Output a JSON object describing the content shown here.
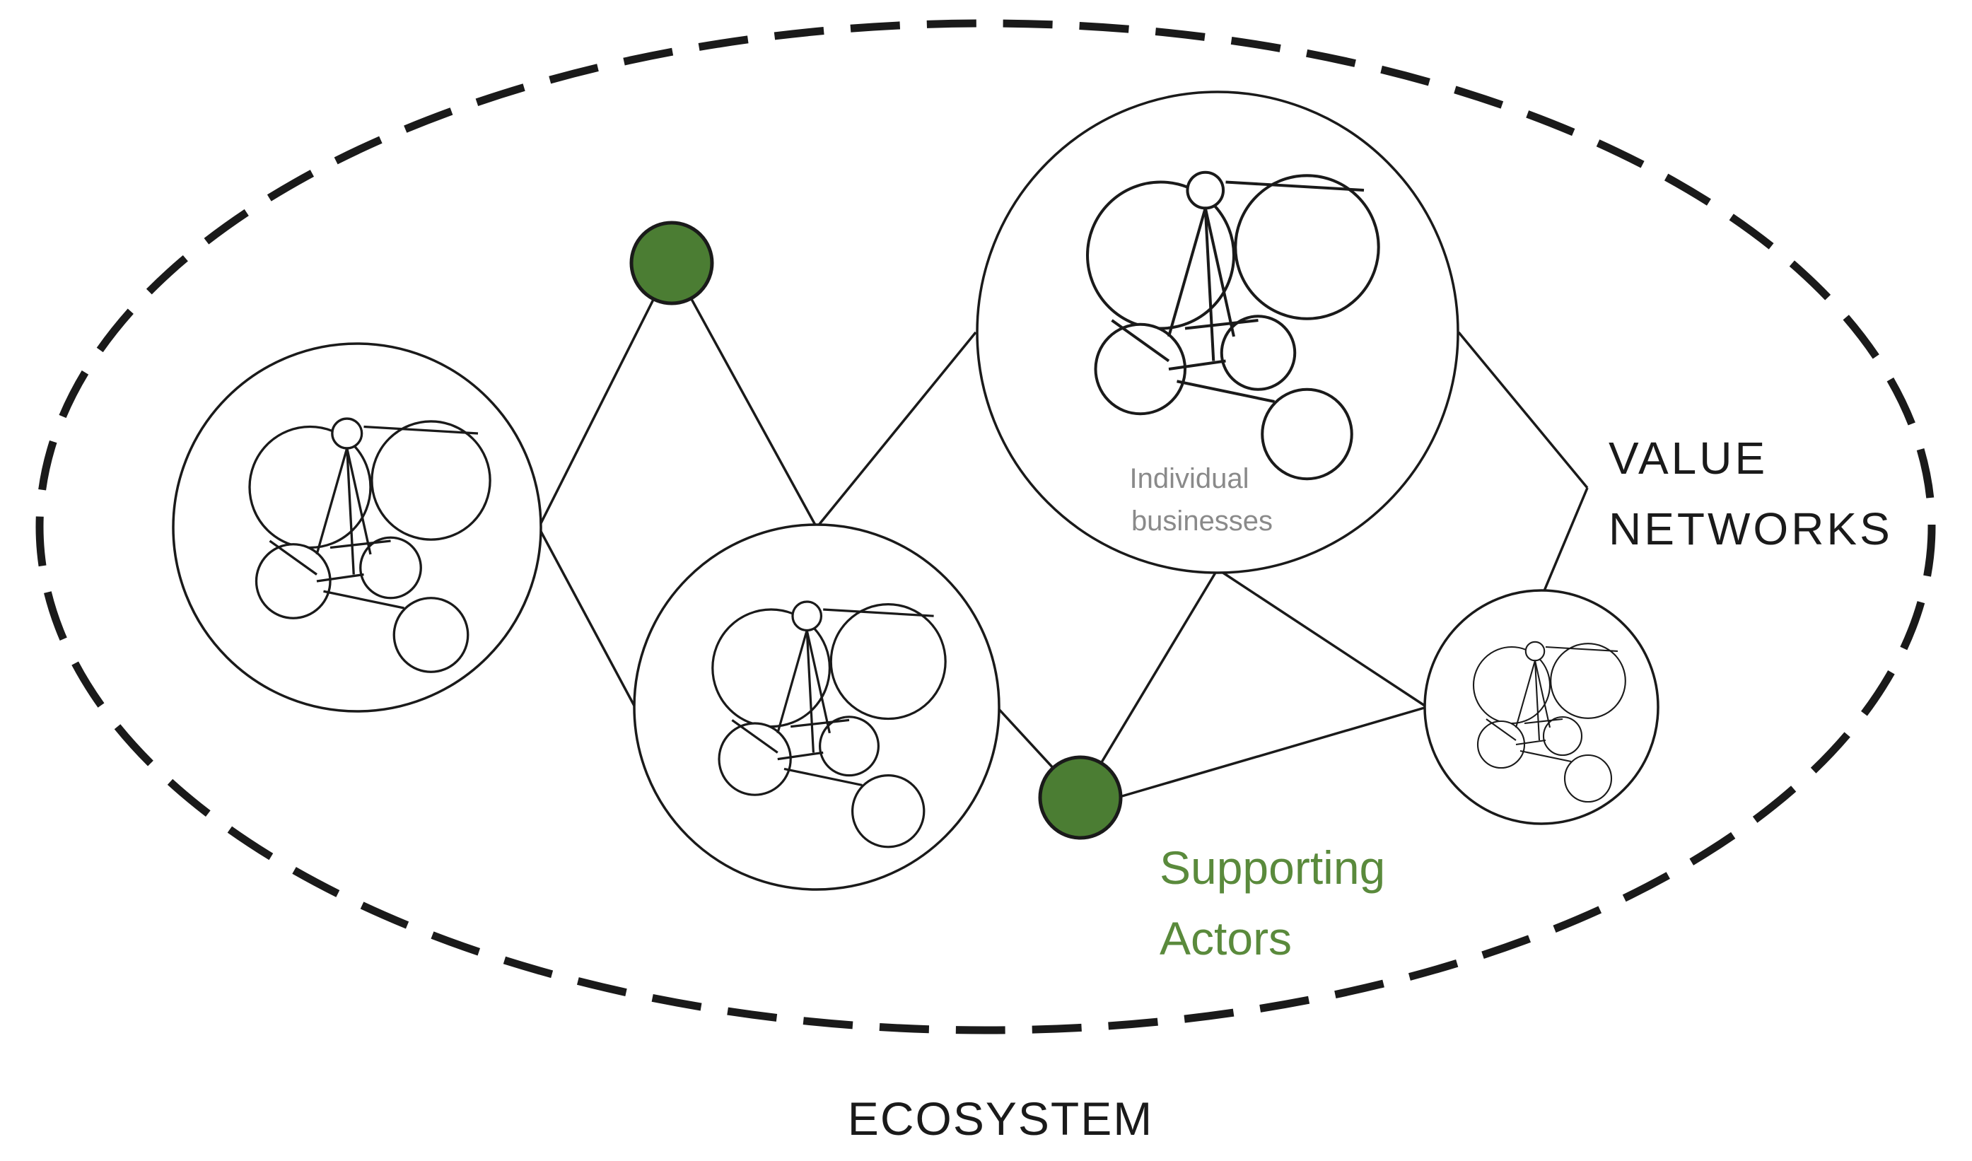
{
  "title": "ECOSYSTEM",
  "labels": {
    "value_networks_line1": "VALUE",
    "value_networks_line2": "NETWORKS",
    "supporting_actors_line1": "Supporting",
    "supporting_actors_line2": "Actors",
    "individual_line1": "Individual",
    "individual_line2": "businesses"
  },
  "colors": {
    "supporting_actor_fill": "#4b7d33",
    "supporting_actor_text": "#5a8a3c",
    "line": "#1a1a1a",
    "individual_text": "#8a8a8a"
  },
  "value_networks": [
    {
      "id": "vn-left"
    },
    {
      "id": "vn-center-bottom"
    },
    {
      "id": "vn-top-right"
    },
    {
      "id": "vn-right"
    }
  ],
  "supporting_actors": [
    {
      "id": "sa-top"
    },
    {
      "id": "sa-bottom"
    }
  ]
}
